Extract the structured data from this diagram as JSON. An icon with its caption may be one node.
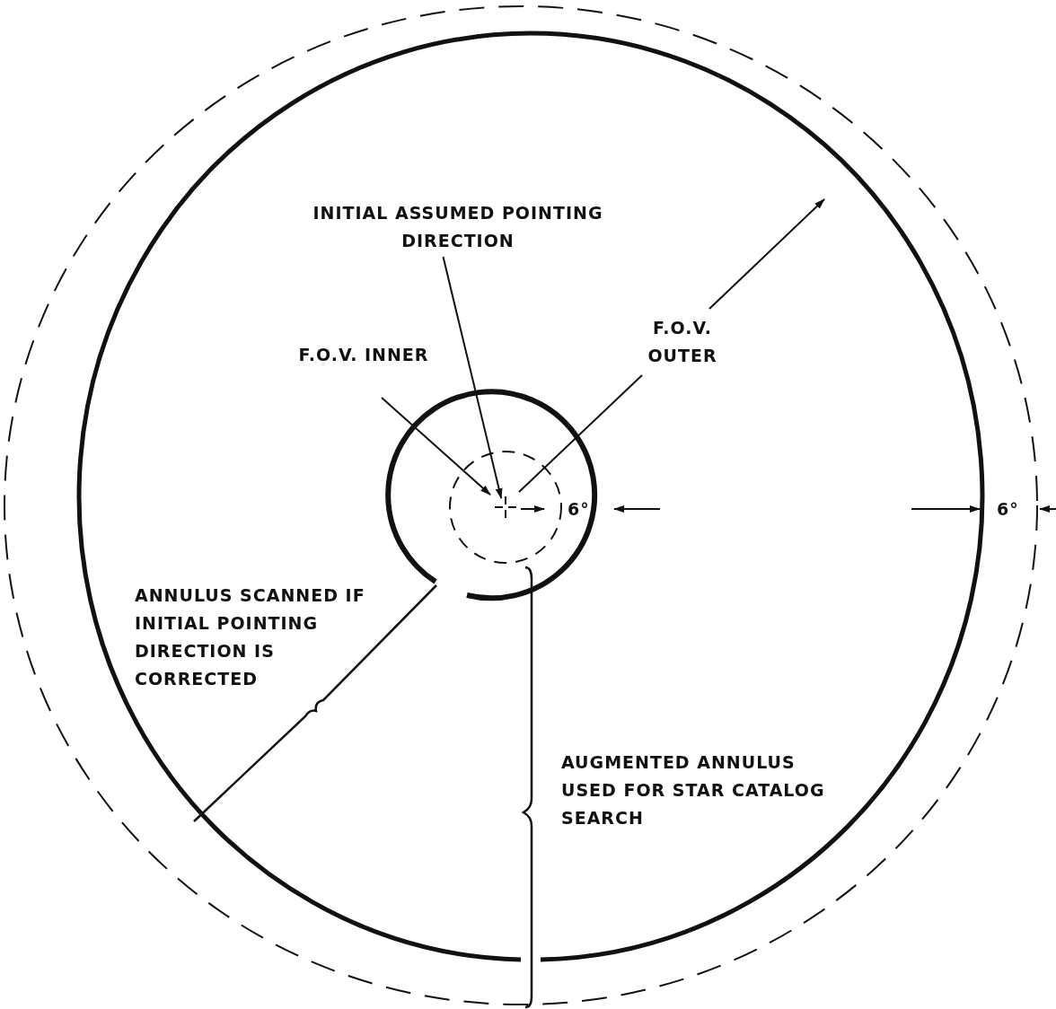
{
  "diagram": {
    "nodes": [
      {
        "text": [
          "INITIAL ASSUMED POINTING DIRECTION"
        ]
      },
      {
        "text": [],
        "shape": "cross"
      }
    ],
    "edges": [
      {
        "from": 0,
        "to": 1,
        "arrow": "to"
      }
    ],
    "labels": [
      "F.O.V. INNER",
      "F.O.V. OUTER",
      "6°",
      "6°",
      "ANNULUS SCANNED IF INITIAL POINTING DIRECTION IS CORRECTED",
      "AUGMENTED ANNULUS USED FOR STAR CATALOG SEARCH"
    ]
  }
}
